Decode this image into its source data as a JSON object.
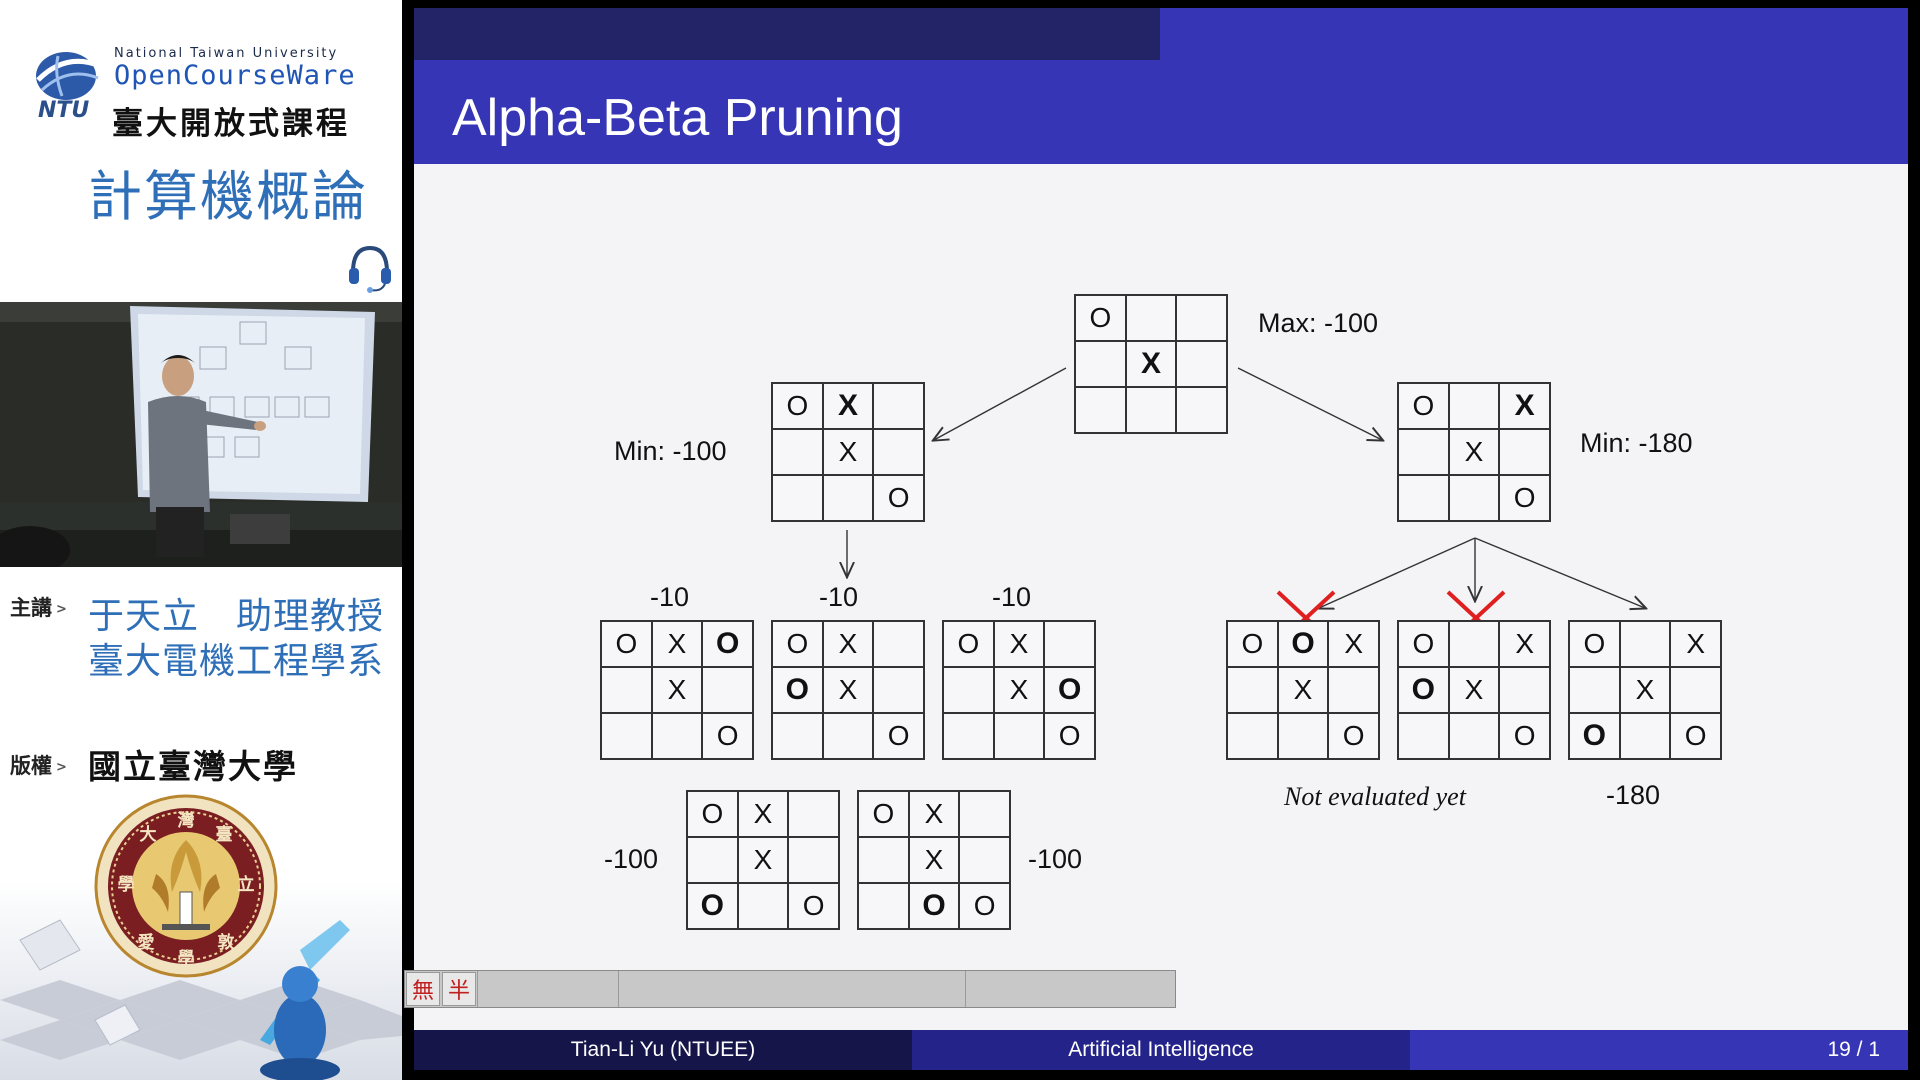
{
  "branding": {
    "university_en": "National Taiwan University",
    "ocw": "OpenCourseWare",
    "ocw_zh": "臺大開放式課程",
    "ntu_mark": "NTU"
  },
  "course": {
    "title": "計算機概論"
  },
  "instructor": {
    "label": "主講",
    "name": "于天立　助理教授",
    "dept": "臺大電機工程學系"
  },
  "copyright": {
    "label": "版權",
    "value": "國立臺灣大學"
  },
  "slide": {
    "title": "Alpha-Beta Pruning",
    "footer": {
      "author": "Tian-Li Yu  (NTUEE)",
      "topic": "Artificial Intelligence",
      "page": "19 / 1"
    },
    "labels": {
      "root": "Max: -100",
      "left_min": "Min: -100",
      "right_min": "Min: -180",
      "l1": "-10",
      "l2": "-10",
      "l3": "-10",
      "bl": "-100",
      "br": "-100",
      "not_eval": "Not evaluated yet",
      "r3": "-180"
    },
    "boards": [
      {
        "id": "root",
        "cells": [
          "O",
          "",
          "",
          "",
          "X",
          "",
          "",
          "",
          ""
        ],
        "bold": [
          4
        ]
      },
      {
        "id": "left",
        "cells": [
          "O",
          "X",
          "",
          "",
          "X",
          "",
          "",
          "",
          "O"
        ],
        "bold": [
          1
        ]
      },
      {
        "id": "right",
        "cells": [
          "O",
          "",
          "X",
          "",
          "X",
          "",
          "",
          "",
          "O"
        ],
        "bold": [
          2
        ]
      },
      {
        "id": "l1",
        "cells": [
          "O",
          "X",
          "O",
          "",
          "X",
          "",
          "",
          "",
          "O"
        ],
        "bold": [
          2
        ]
      },
      {
        "id": "l2",
        "cells": [
          "O",
          "X",
          "",
          "O",
          "X",
          "",
          "",
          "",
          "O"
        ],
        "bold": [
          3
        ]
      },
      {
        "id": "l3",
        "cells": [
          "O",
          "X",
          "",
          "",
          "X",
          "O",
          "",
          "",
          "O"
        ],
        "bold": [
          5
        ]
      },
      {
        "id": "r1",
        "cells": [
          "O",
          "O",
          "X",
          "",
          "X",
          "",
          "",
          "",
          "O"
        ],
        "bold": [
          1
        ]
      },
      {
        "id": "r2",
        "cells": [
          "O",
          "",
          "X",
          "O",
          "X",
          "",
          "",
          "",
          "O"
        ],
        "bold": [
          3
        ]
      },
      {
        "id": "r3",
        "cells": [
          "O",
          "",
          "X",
          "",
          "X",
          "",
          "O",
          "",
          "O"
        ],
        "bold": [
          6
        ]
      },
      {
        "id": "b1",
        "cells": [
          "O",
          "X",
          "",
          "",
          "X",
          "",
          "O",
          "",
          "O"
        ],
        "bold": [
          6
        ]
      },
      {
        "id": "b2",
        "cells": [
          "O",
          "X",
          "",
          "",
          "X",
          "",
          "",
          "O",
          "O"
        ],
        "bold": [
          7
        ]
      }
    ]
  },
  "ime": {
    "btn1": "無",
    "btn2": "半"
  },
  "colors": {
    "header_dark": "#232367",
    "header": "#3535b5",
    "cross": "#e02020",
    "accent_text": "#2e6fb8"
  }
}
